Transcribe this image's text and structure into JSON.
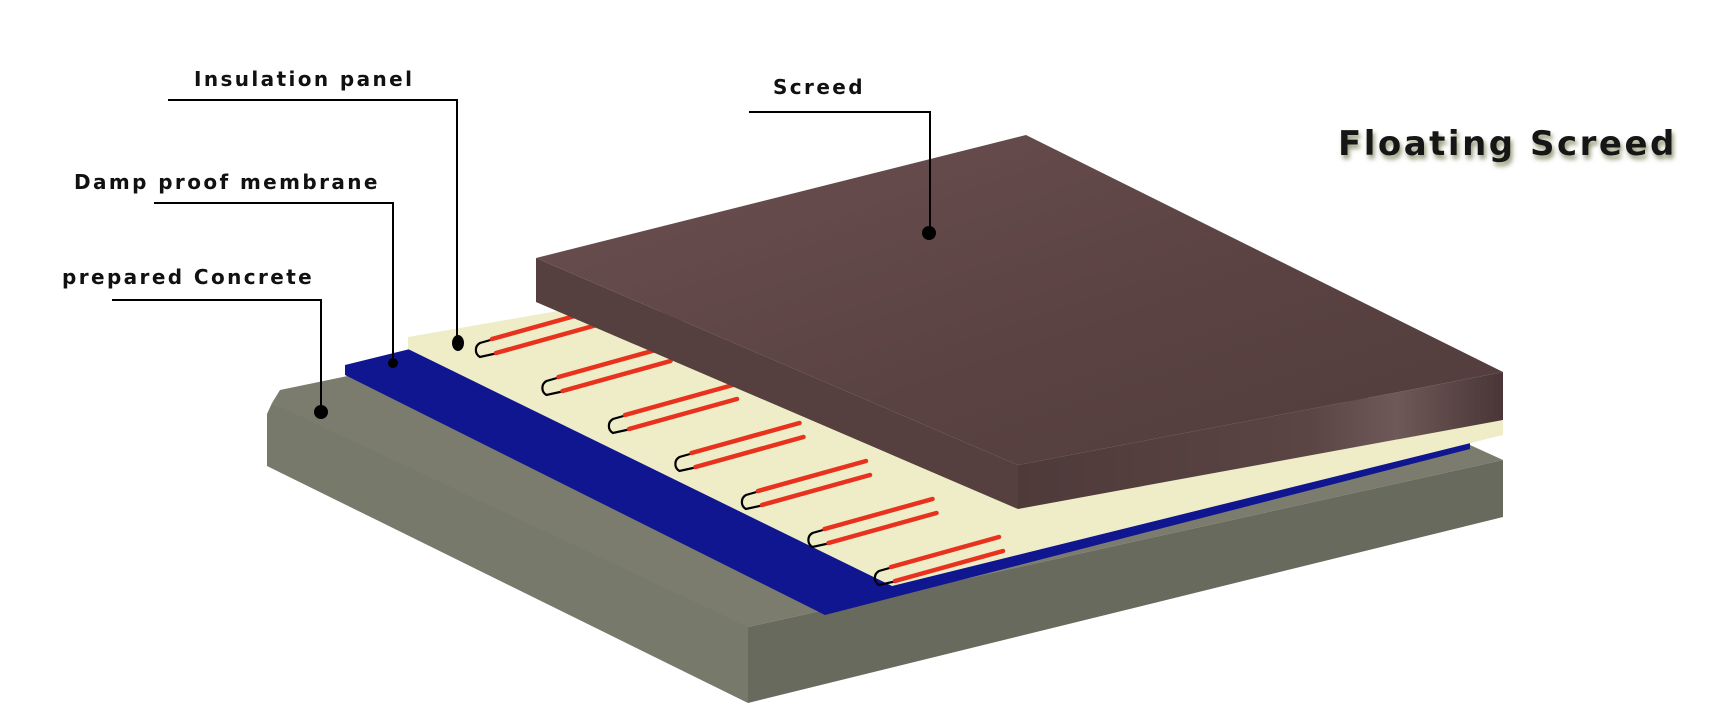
{
  "title": "Floating Screed",
  "labels": {
    "insulation": "Insulation panel",
    "dpm": "Damp proof membrane",
    "concrete": "prepared Concrete",
    "screed": "Screed"
  },
  "colors": {
    "concrete_top": "#7b7c6e",
    "concrete_front": "#777a6b",
    "concrete_right": "#686a5d",
    "membrane": "#10168f",
    "insulation": "#eeedc8",
    "screed_top": "#5e4545",
    "screed_side": "#4e3838",
    "heating_pipe": "#e8321e"
  },
  "pipe_loop_count": 7
}
